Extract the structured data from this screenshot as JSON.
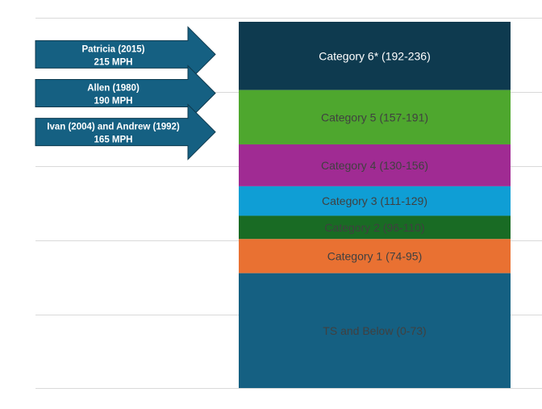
{
  "chart_data": {
    "type": "bar",
    "stacked": true,
    "title": "",
    "xlabel": "",
    "ylabel": "",
    "ylim": [
      0,
      236
    ],
    "grid": true,
    "legend": "none",
    "categories": [
      {
        "label": "Category 6* (192-236)",
        "min": 192,
        "max": 236,
        "color": "#0e3a4f",
        "text_color": "#ffffff"
      },
      {
        "label": "Category 5 (157-191)",
        "min": 157,
        "max": 191,
        "color": "#4ea72e",
        "text_color": "#404040"
      },
      {
        "label": "Category 4 (130-156)",
        "min": 130,
        "max": 156,
        "color": "#a02b93",
        "text_color": "#404040"
      },
      {
        "label": "Category 3 (111-129)",
        "min": 111,
        "max": 129,
        "color": "#0f9ed5",
        "text_color": "#404040"
      },
      {
        "label": "Category 2 (96-110)",
        "min": 96,
        "max": 110,
        "color": "#196b24",
        "text_color": "#404040"
      },
      {
        "label": "Category 1 (74-95)",
        "min": 74,
        "max": 95,
        "color": "#e97132",
        "text_color": "#404040"
      },
      {
        "label": "TS and Below (0-73)",
        "min": 0,
        "max": 73,
        "color": "#156082",
        "text_color": "#404040"
      }
    ],
    "annotations": [
      {
        "line1": "Patricia (2015)",
        "line2": "215 MPH",
        "value": 215
      },
      {
        "line1": "Allen (1980)",
        "line2": "190 MPH",
        "value": 190
      },
      {
        "line1": "Ivan (2004) and Andrew (1992)",
        "line2": "165 MPH",
        "value": 165
      }
    ],
    "arrow_color": "#156082",
    "arrow_border": "#0e3a4f",
    "grid_color": "#d9d9d9"
  }
}
